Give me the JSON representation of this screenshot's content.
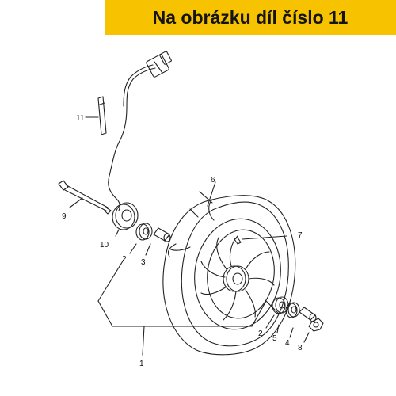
{
  "banner": {
    "text": "Na obrázku díl číslo 11",
    "color": "#f7c300"
  },
  "callouts": {
    "c1": "1",
    "c2a": "2",
    "c2b": "2",
    "c3": "3",
    "c4": "4",
    "c5": "5",
    "c6": "6",
    "c7": "7",
    "c8": "8",
    "c9": "9",
    "c10": "10",
    "c11": "11"
  }
}
